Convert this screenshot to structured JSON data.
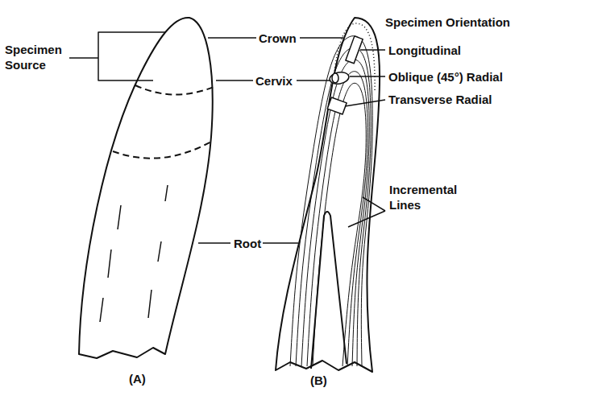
{
  "diagram": {
    "labels": [
      "Specimen Source",
      "Crown",
      "Cervix",
      "Root",
      "Specimen Orientation",
      "Longitudinal",
      "Oblique (45°) Radial",
      "Transverse Radial",
      "Incremental Lines",
      "(A)",
      "(B)"
    ]
  }
}
